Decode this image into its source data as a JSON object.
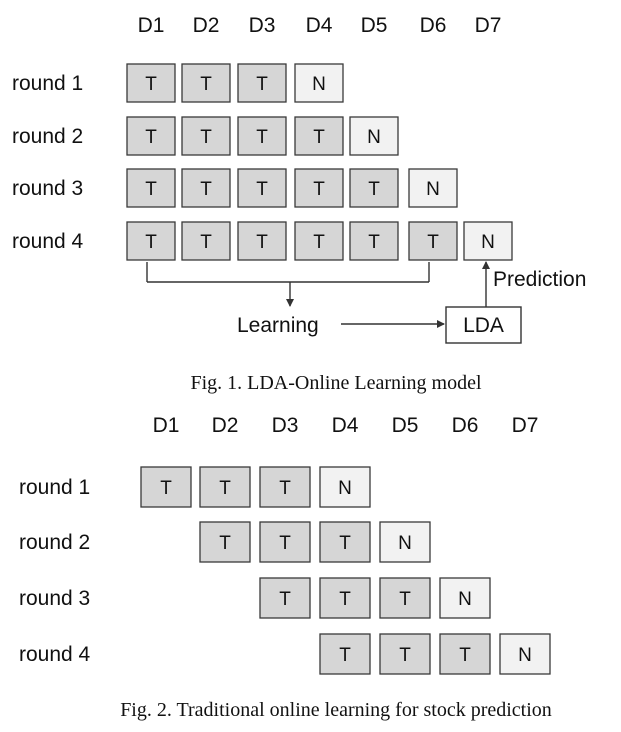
{
  "fig1": {
    "columns": [
      "D1",
      "D2",
      "D3",
      "D4",
      "D5",
      "D6",
      "D7"
    ],
    "rows": [
      {
        "label": "round 1",
        "cells": [
          "T",
          "T",
          "T",
          "N"
        ]
      },
      {
        "label": "round 2",
        "cells": [
          "T",
          "T",
          "T",
          "T",
          "N"
        ]
      },
      {
        "label": "round 3",
        "cells": [
          "T",
          "T",
          "T",
          "T",
          "T",
          "N"
        ]
      },
      {
        "label": "round 4",
        "cells": [
          "T",
          "T",
          "T",
          "T",
          "T",
          "T",
          "N"
        ]
      }
    ],
    "learning_label": "Learning",
    "model_label": "LDA",
    "prediction_label": "Prediction",
    "caption": "Fig. 1. LDA-Online Learning model"
  },
  "fig2": {
    "columns": [
      "D1",
      "D2",
      "D3",
      "D4",
      "D5",
      "D6",
      "D7"
    ],
    "rows": [
      {
        "label": "round 1",
        "start": 0,
        "cells": [
          "T",
          "T",
          "T",
          "N"
        ]
      },
      {
        "label": "round 2",
        "start": 1,
        "cells": [
          "T",
          "T",
          "T",
          "N"
        ]
      },
      {
        "label": "round 3",
        "start": 2,
        "cells": [
          "T",
          "T",
          "T",
          "N"
        ]
      },
      {
        "label": "round 4",
        "start": 3,
        "cells": [
          "T",
          "T",
          "T",
          "N"
        ]
      }
    ],
    "caption": "Fig. 2. Traditional online learning for stock prediction"
  }
}
